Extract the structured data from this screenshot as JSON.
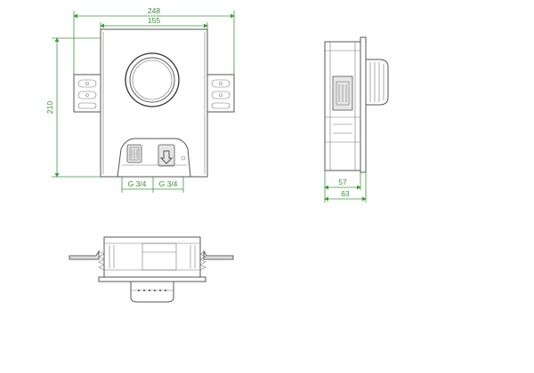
{
  "dimensions": {
    "overall_width": "248",
    "box_width": "155",
    "overall_height": "210",
    "thread_left": "G 3/4",
    "thread_right": "G 3/4",
    "depth_inner": "57",
    "depth_outer": "63"
  },
  "colors": {
    "dimension": "#3c9a3c",
    "outline": "#555555"
  },
  "icons": {
    "flow_arrow": "down-arrow-icon"
  }
}
